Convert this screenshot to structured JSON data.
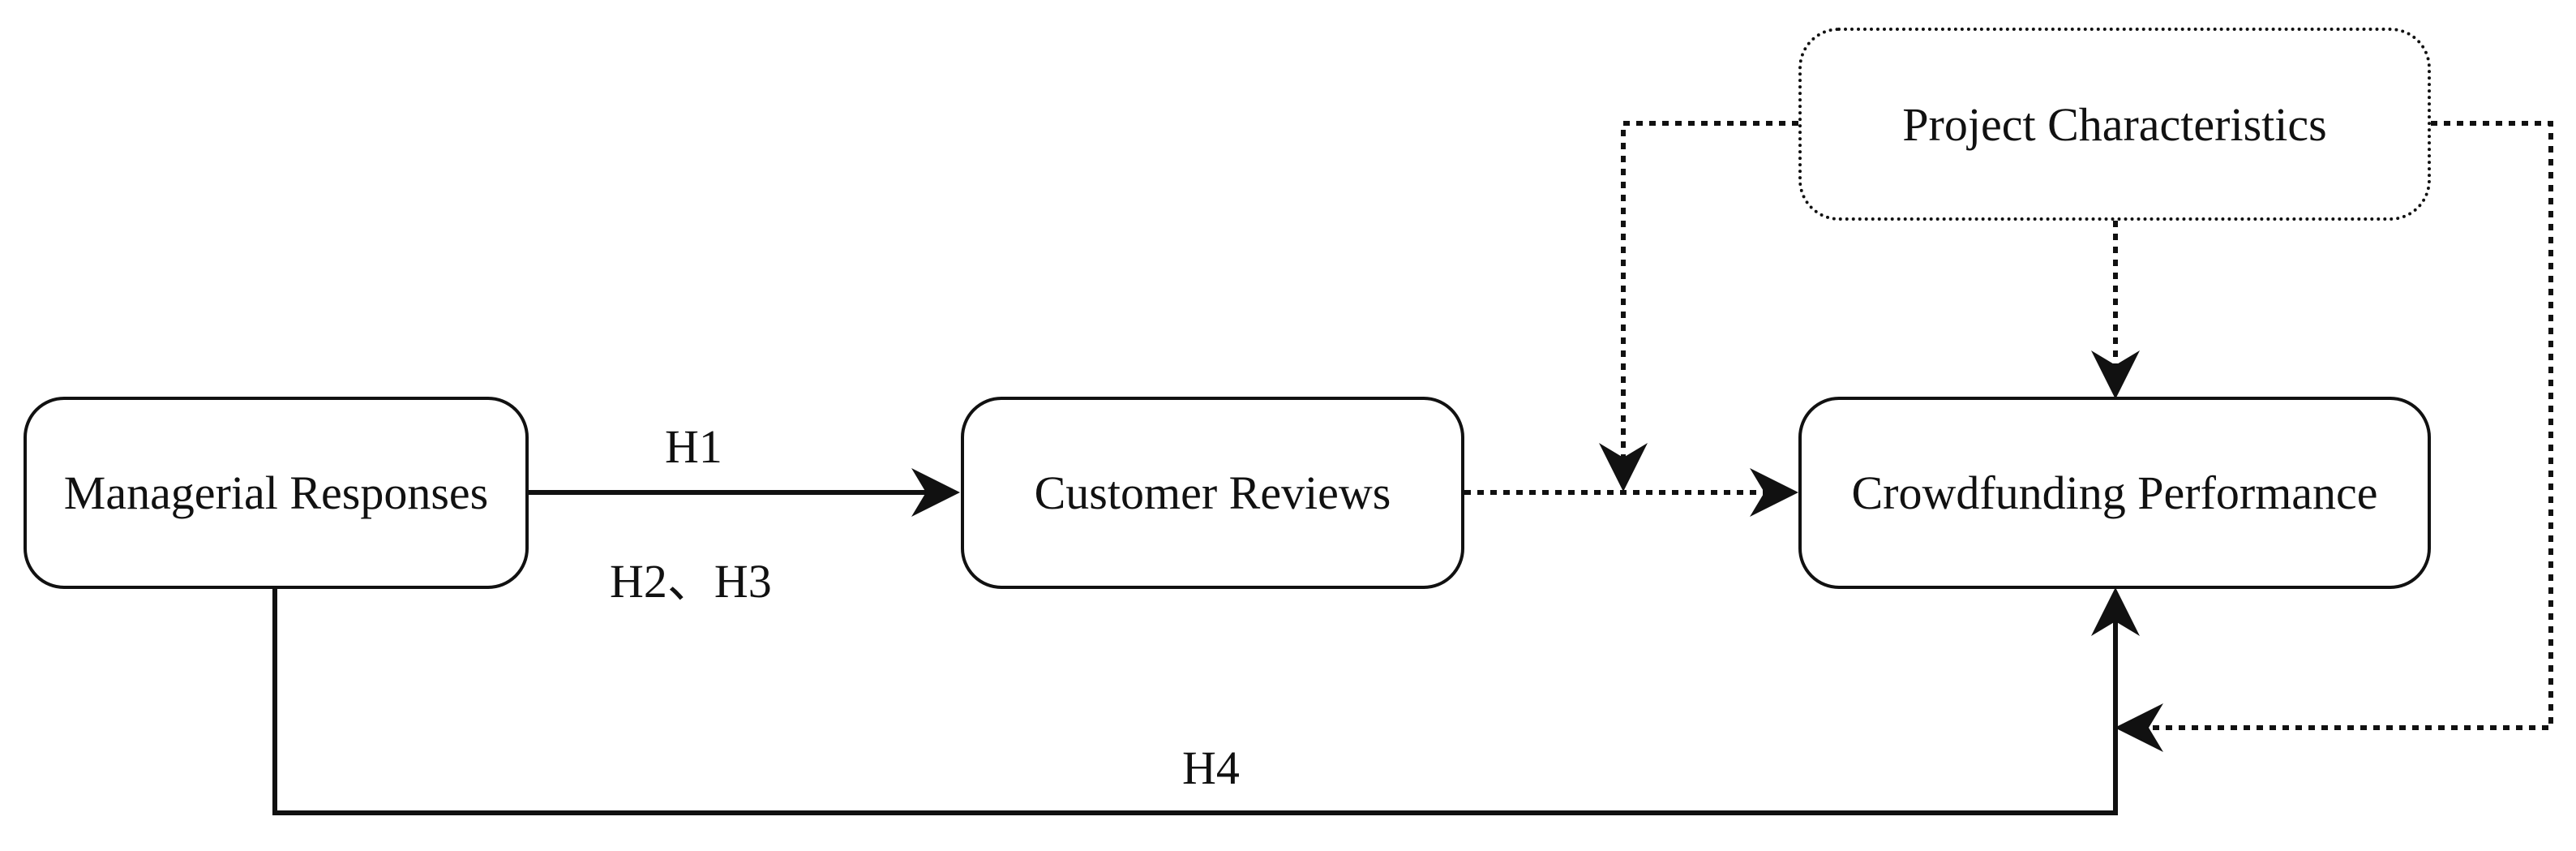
{
  "nodes": {
    "managerial_responses": "Managerial Responses",
    "customer_reviews": "Customer Reviews",
    "crowdfunding_performance": "Crowdfunding Performance",
    "project_characteristics": "Project Characteristics"
  },
  "edges": {
    "h1": "H1",
    "h2_h3": "H2、H3",
    "h4": "H4"
  }
}
